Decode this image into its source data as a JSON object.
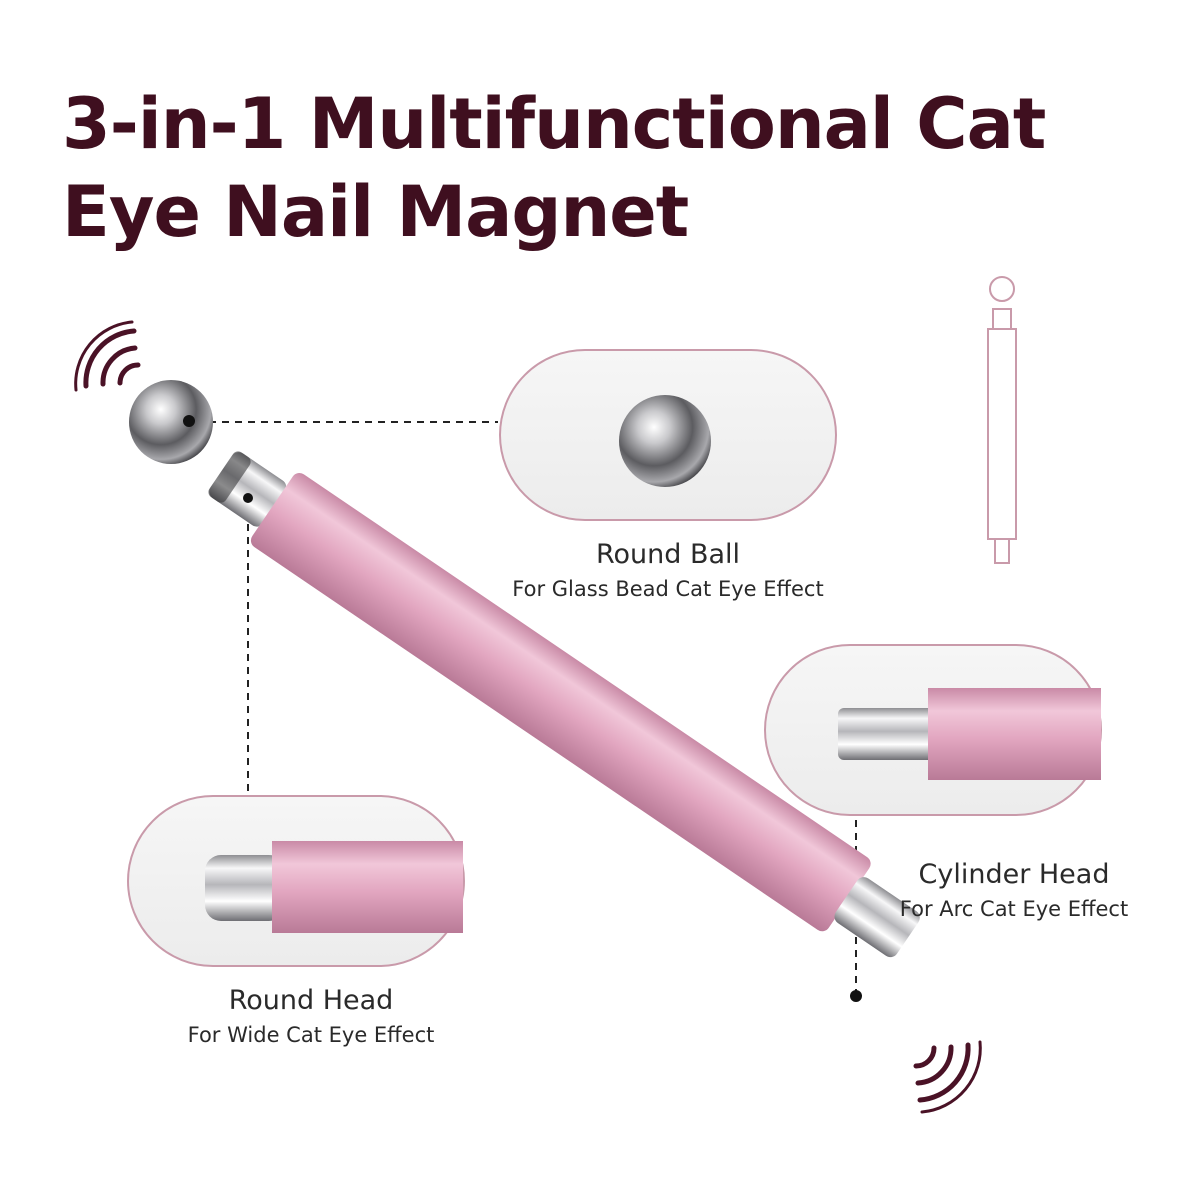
{
  "title": {
    "line1": "3-in-1 Multifunctional Cat",
    "line2": "Eye Nail Magnet"
  },
  "features": {
    "ball": {
      "name": "Round Ball",
      "desc": "For Glass Bead Cat Eye Effect"
    },
    "cylinder": {
      "name": "Cylinder Head",
      "desc": "For Arc Cat Eye Effect"
    },
    "round": {
      "name": "Round Head",
      "desc": "For Wide Cat Eye Effect"
    }
  },
  "colors": {
    "title": "#3f0f1f",
    "accent_wave": "#4a1226",
    "pill_border": "#c99aaa",
    "body_pink": "#e0a3bd",
    "metal": "#c9c9cc"
  },
  "icons": [
    "magnet-wave-icon",
    "ball-head-icon",
    "schematic-icon"
  ]
}
